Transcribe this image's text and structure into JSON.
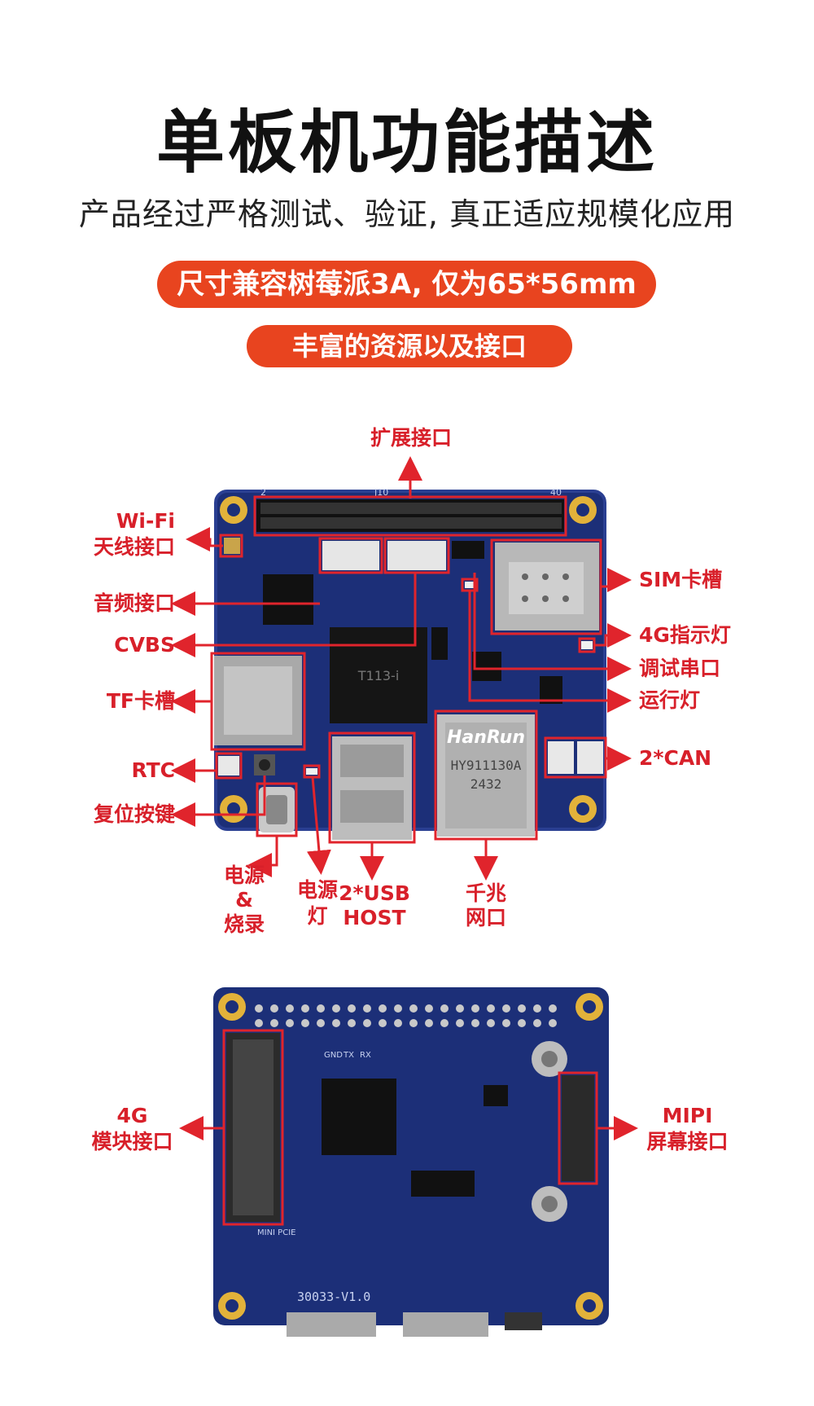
{
  "header": {
    "title": "单板机功能描述",
    "subtitle": "产品经过严格测试、验证, 真正适应规模化应用",
    "pill1": "尺寸兼容树莓派3A, 仅为65*56mm",
    "pill2": "丰富的资源以及接口"
  },
  "top_board": {
    "silk_j10": "J10",
    "silk_2": "2",
    "silk_40": "40",
    "chip_label": "T113-i",
    "eth_brand": "HanRun",
    "eth_model": "HY911130A",
    "eth_code": "2432",
    "labels": {
      "expansion": "扩展接口",
      "wifi_line1": "Wi-Fi",
      "wifi_line2": "天线接口",
      "audio": "音频接口",
      "cvbs": "CVBS",
      "tf": "TF卡槽",
      "rtc": "RTC",
      "reset": "复位按键",
      "power_burn_1": "电源",
      "power_burn_2": "&",
      "power_burn_3": "烧录",
      "power_led_1": "电源",
      "power_led_2": "灯",
      "usb_1": "2*USB",
      "usb_2": "HOST",
      "eth_1": "千兆",
      "eth_2": "网口",
      "sim": "SIM卡槽",
      "led4g": "4G指示灯",
      "debug": "调试串口",
      "run": "运行灯",
      "can": "2*CAN"
    }
  },
  "bottom_board": {
    "silk_model": "30033-V1.0",
    "silk_minipcie": "MINI PCIE",
    "silk_gnd": "GND",
    "silk_tx": "TX",
    "silk_rx": "RX",
    "labels": {
      "m4g_1": "4G",
      "m4g_2": "模块接口",
      "mipi_1": "MIPI",
      "mipi_2": "屏幕接口"
    }
  }
}
